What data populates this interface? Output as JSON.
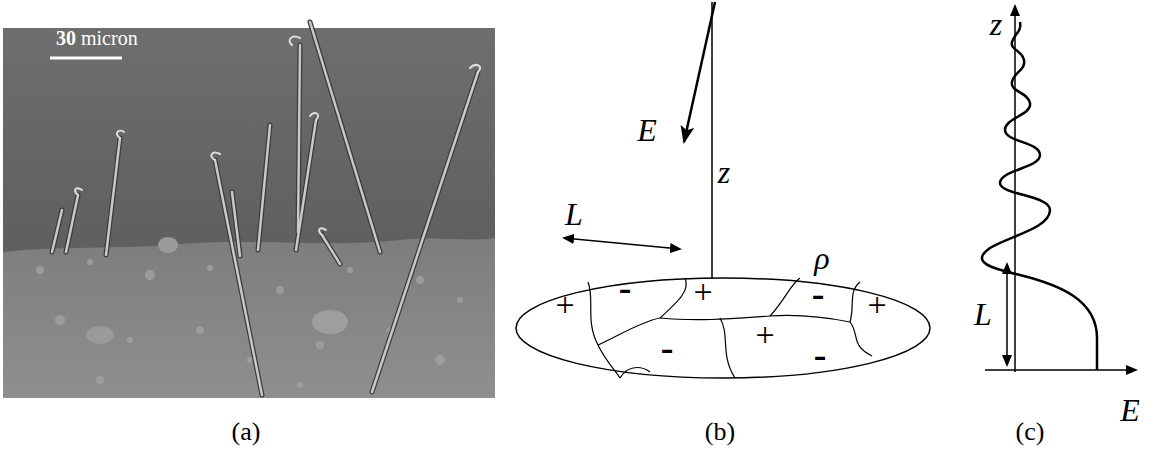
{
  "diagram": {
    "nodes": [
      {
        "text": [
          "+",
          "-",
          "+",
          "-",
          "+",
          "+",
          "-",
          "-"
        ]
      }
    ],
    "labels": [
      "30",
      "micron",
      "(a)",
      "E",
      "z",
      "L",
      "ρ",
      "(b)",
      "z",
      "L",
      "E",
      "(c)"
    ]
  }
}
